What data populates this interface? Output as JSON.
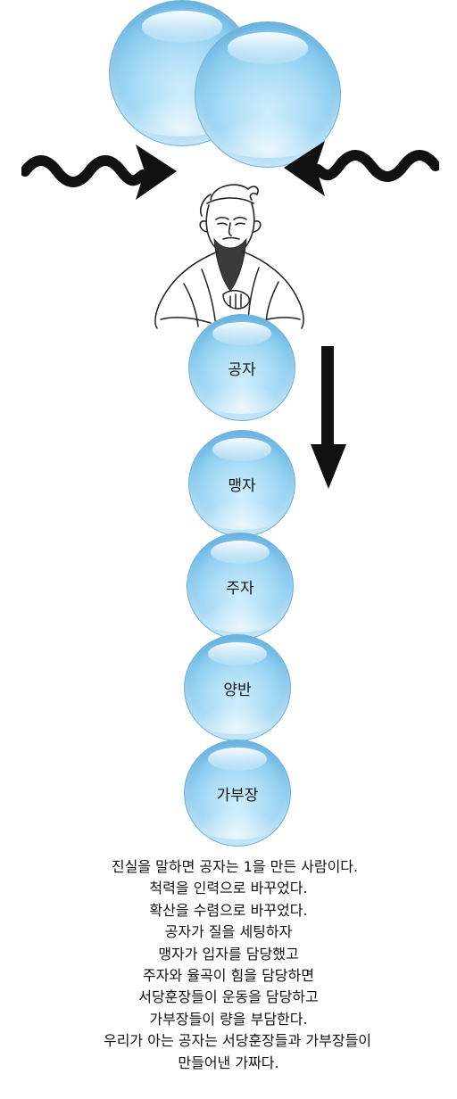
{
  "colors": {
    "bubble": "#a9dcf6",
    "arrow": "#111111",
    "text": "#111111"
  },
  "icons": {
    "left_arrow": "wavy-right-arrow-icon",
    "right_arrow": "wavy-left-arrow-icon",
    "down_arrow": "down-arrow-icon",
    "portrait": "confucius-portrait-icon"
  },
  "stack": {
    "items": [
      {
        "label": "공자"
      },
      {
        "label": "맹자"
      },
      {
        "label": "주자"
      },
      {
        "label": "양반"
      },
      {
        "label": "가부장"
      }
    ]
  },
  "caption": {
    "lines": [
      "진실을 말하면 공자는 1을 만든 사람이다.",
      "척력을 인력으로 바꾸었다.",
      "확산을 수렴으로 바꾸었다.",
      "공자가 질을 세팅하자",
      "맹자가 입자를 담당했고",
      "주자와 율곡이 힘을 담당하면",
      "서당훈장들이 운동을 담당하고",
      "가부장들이 량을 부담한다.",
      "우리가 아는 공자는 서당훈장들과 가부장들이",
      "만들어낸 가짜다."
    ]
  }
}
